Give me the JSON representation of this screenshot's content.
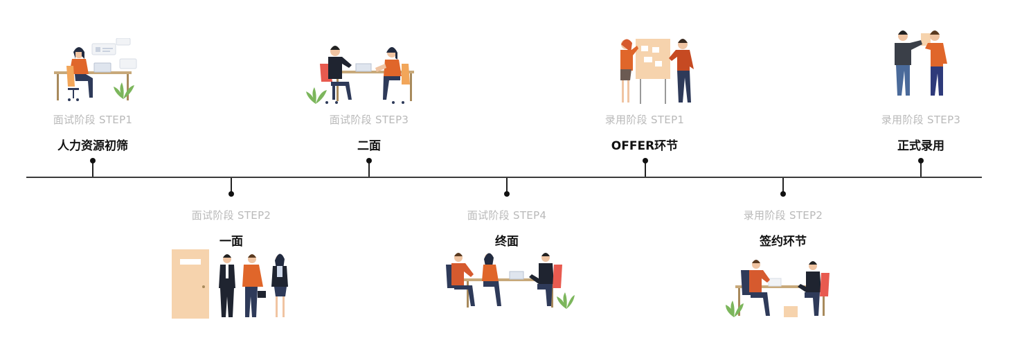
{
  "steps": [
    {
      "subtitle": "面试阶段 STEP1",
      "title": "人力资源初筛",
      "illustration": "hr-screening-desk-icon"
    },
    {
      "subtitle": "面试阶段 STEP2",
      "title": "一面",
      "illustration": "first-interview-waiting-icon"
    },
    {
      "subtitle": "面试阶段 STEP3",
      "title": "二面",
      "illustration": "second-interview-meeting-icon"
    },
    {
      "subtitle": "面试阶段 STEP4",
      "title": "终面",
      "illustration": "final-interview-table-icon"
    },
    {
      "subtitle": "录用阶段 STEP1",
      "title": "OFFER环节",
      "illustration": "offer-board-presentation-icon"
    },
    {
      "subtitle": "录用阶段 STEP2",
      "title": "签约环节",
      "illustration": "contract-signing-icon"
    },
    {
      "subtitle": "录用阶段 STEP3",
      "title": "正式录用",
      "illustration": "official-hiring-handshake-icon"
    }
  ],
  "colors": {
    "line": "#3a3a3a",
    "subtitle": "#b9b9b9",
    "title": "#111111",
    "accent_orange": "#e0662a",
    "navy": "#2e3a59",
    "desk": "#c8a97a",
    "board": "#f6d3ad"
  }
}
